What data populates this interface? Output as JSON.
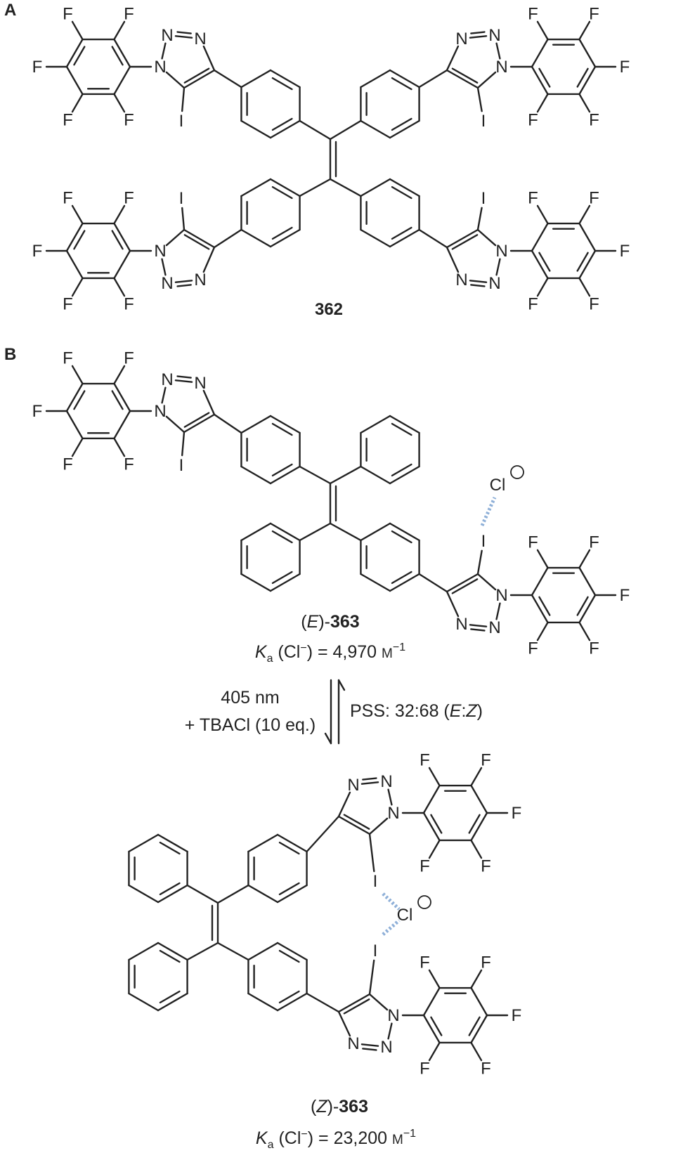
{
  "panels": {
    "a": "A",
    "b": "B"
  },
  "atoms": {
    "F": "F",
    "I": "I",
    "N": "N",
    "Cl": "Cl"
  },
  "compound_362": {
    "label": "362"
  },
  "compound_E363": {
    "prefix": "(",
    "stereo": "E",
    "mid": ")-",
    "number": "363",
    "ka_symbol": "K",
    "ka_sub": "a",
    "ka_paren": " (Cl",
    "ka_minus": "−",
    "ka_close": ")",
    "ka_value": " = 4,970 ",
    "ka_unit": "M",
    "ka_exp": "−1"
  },
  "compound_Z363": {
    "prefix": "(",
    "stereo": "Z",
    "mid": ")-",
    "number": "363",
    "ka_symbol": "K",
    "ka_sub": "a",
    "ka_paren": " (Cl",
    "ka_minus": "−",
    "ka_close": ")",
    "ka_value": " = 23,200 ",
    "ka_unit": "M",
    "ka_exp": "−1"
  },
  "conditions": {
    "wavelength": "405 nm",
    "additive": "+ TBACl (10 eq.)",
    "pss_prefix": "PSS: 32:68 (",
    "pss_e": "E",
    "pss_colon": ":",
    "pss_z": "Z",
    "pss_suffix": ")"
  },
  "colors": {
    "ink": "#222222",
    "halogen_bond": "#8fb0d8",
    "background": "#ffffff"
  }
}
